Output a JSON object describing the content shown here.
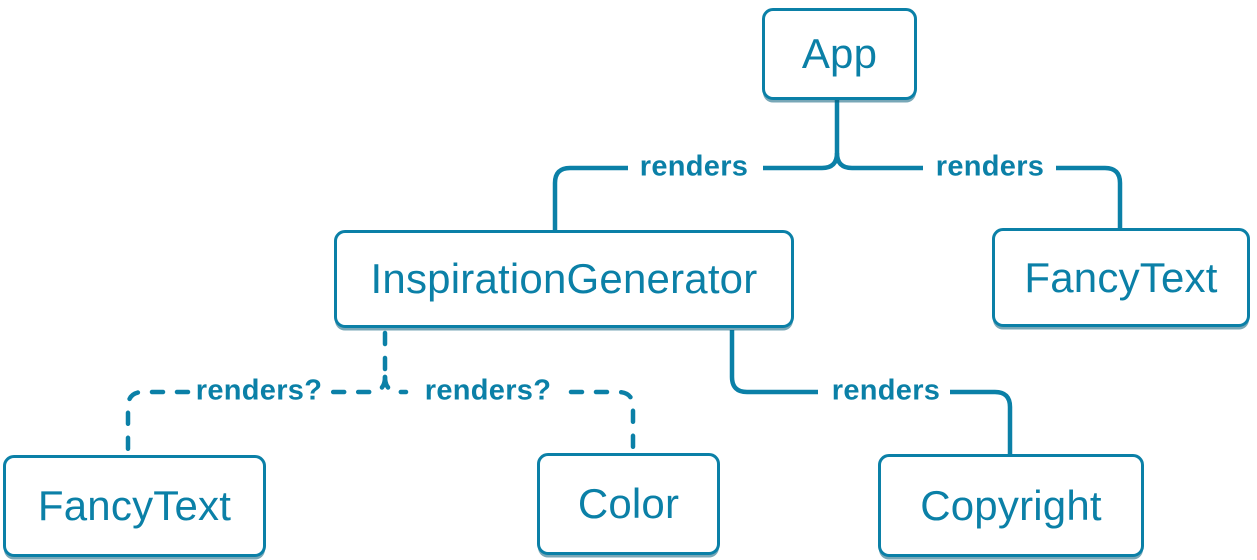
{
  "colors": {
    "accent": "#0b80a7",
    "node_background": "#ffffff"
  },
  "diagram": {
    "type": "component-tree",
    "nodes": [
      {
        "id": "app",
        "label": "App"
      },
      {
        "id": "inspiration-generator",
        "label": "InspirationGenerator"
      },
      {
        "id": "fancy-text-top",
        "label": "FancyText"
      },
      {
        "id": "fancy-text-bottom",
        "label": "FancyText"
      },
      {
        "id": "color",
        "label": "Color"
      },
      {
        "id": "copyright",
        "label": "Copyright"
      }
    ],
    "edges": [
      {
        "from": "App",
        "to": "InspirationGenerator",
        "label": "renders",
        "style": "solid"
      },
      {
        "from": "App",
        "to": "FancyText",
        "label": "renders",
        "style": "solid"
      },
      {
        "from": "InspirationGenerator",
        "to": "FancyText",
        "label": "renders?",
        "style": "dashed"
      },
      {
        "from": "InspirationGenerator",
        "to": "Color",
        "label": "renders?",
        "style": "dashed"
      },
      {
        "from": "InspirationGenerator",
        "to": "Copyright",
        "label": "renders",
        "style": "solid"
      }
    ]
  }
}
